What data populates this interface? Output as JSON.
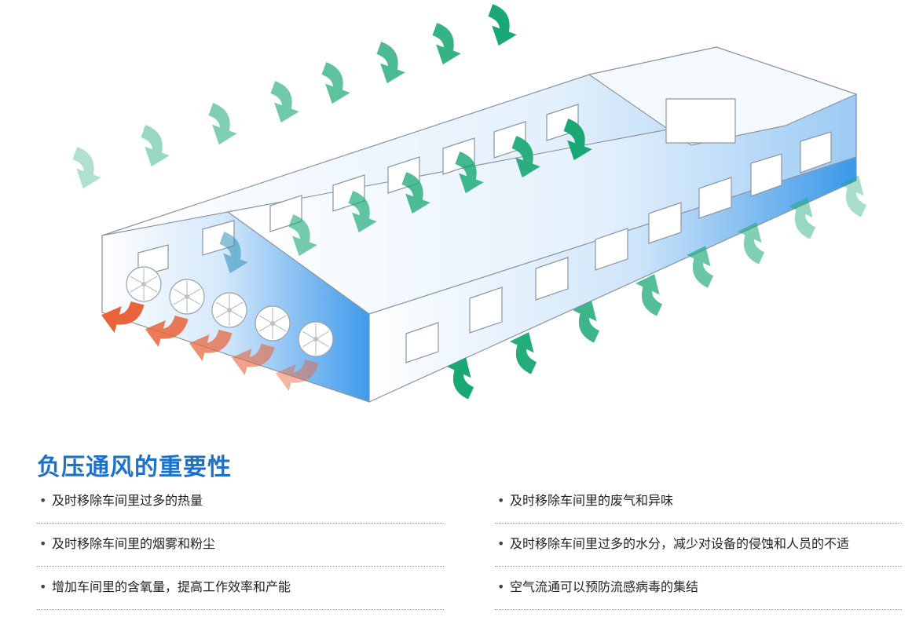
{
  "heading": "负压通风的重要性",
  "left_items": [
    "及时移除车间里过多的热量",
    "及时移除车间里的烟雾和粉尘",
    "增加车间里的含氧量，提高工作效率和产能"
  ],
  "right_items": [
    "及时移除车间里的废气和异味",
    "及时移除车间里过多的水分，减少对设备的侵蚀和人员的不适",
    "空气流通可以预防流感病毒的集结"
  ],
  "bullet": "•",
  "colors": {
    "heading": "#1a73c8",
    "building_blue": "#3a98ea",
    "intake_arrow": "#19a874",
    "exhaust_arrow": "#e8643a"
  }
}
